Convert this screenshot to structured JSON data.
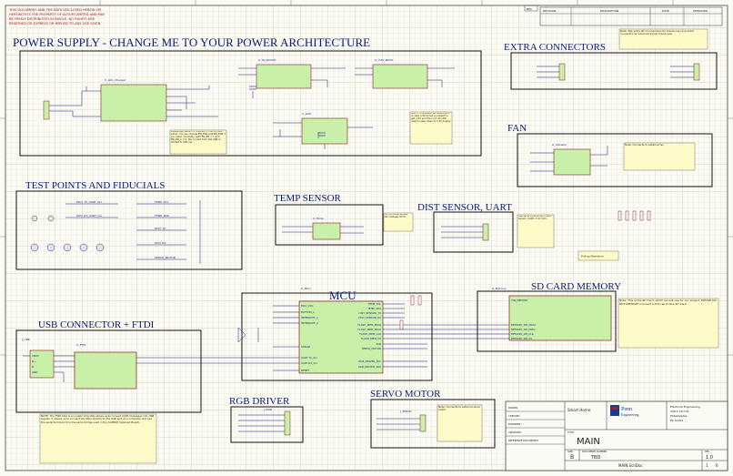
{
  "disclaimer": [
    "THIS DOCUMENT AND THE DATA DISCLOSED HEREIN OR",
    "HEREWITH IS THE PROPERTY OF ALTIUM LIMITED AND MAY",
    "BE FREELY DISTRIBUTED IN SINGLE, NO RIGHTS ARE",
    "RESERVED OR EXPRESS OR IMPLIED TO ANY USE GIVEN"
  ],
  "revision_table": {
    "headers": [
      "REVISION",
      "DESCRIPTION",
      "DATE",
      "APPROVED"
    ],
    "rev_box": "REV"
  },
  "sections": {
    "power": "POWER SUPPLY - CHANGE ME TO YOUR POWER ARCHITECTURE",
    "extra_connectors": "EXTRA CONNECTORS",
    "fan": "FAN",
    "test_points": "TEST POINTS AND FIDUCIALS",
    "temp_sensor": "TEMP SENSOR",
    "dist_sensor": "DIST SENSOR, UART",
    "sd_card": "SD CARD MEMORY",
    "mcu": "MCU",
    "usb": "USB CONNECTOR + FTDI",
    "rgb": "RGB DRIVER",
    "servo": "SERVO MOTOR"
  },
  "components": {
    "charger": "U_LiPo_Charger",
    "boost": "U_4V_BOOST",
    "buck": "U_3.3V_BUCK",
    "ldo": "U_LDO",
    "fan_ctrl": "U_Actuator",
    "temp": "U_Temp",
    "mcu": "U_MCU",
    "sd": "U_Memory",
    "ftdi": "U_FTDI",
    "usb": "J_USB",
    "rgb": "J_RGB",
    "servo": "J_SERVO"
  },
  "mcu_pins_left": [
    "MCU_VCC",
    "BUTTON_1",
    "INTERRUPT_1",
    "INTERRUPT_2",
    "SINGLE",
    "UART TX_CLI",
    "UART RX_CLI",
    "RESET"
  ],
  "mcu_pins_right": [
    "TEMP_SCL",
    "TEMP_SDA",
    "DIST_SENSOR_TX",
    "DIST_SENSOR_RX",
    "FLASH_MEM_MOSI",
    "FLASH_MEM_MISO",
    "FLASH_MEM_CLK",
    "FLASH_MEM_CS",
    "FAN",
    "SERVO_MOTOR",
    "RGB_DRIVER_SCL",
    "RGB_DRIVER_SDA"
  ],
  "sd_pins": [
    "VIN_MEMORY",
    "MEMORY_SPI_MOSI",
    "MEMORY_SPI_MISO",
    "MEMORY_SPI_CLK",
    "MEMORY_SPI_CS"
  ],
  "ftdi_pins": [
    "VBUS",
    "D+",
    "D-",
    "GND"
  ],
  "test_nets": [
    "MCU_TX_UART_CLI",
    "MCU_RX_UART_CLI",
    "TEMP_SCL",
    "TEMP_SDA",
    "DIST_TX",
    "DIST_RX",
    "SERVO_MOTOR"
  ],
  "notes": {
    "charger": "Please see Table 1 of BQ24075 FOR current setup. You can change BQ_EN1 and BQ_EN2 if you want. Currently, with BQ_EN = 1 and BQ_EN_2 = 0, the current from the USB is limited to 500 mA.",
    "power": "NOTE: This power architecture is in case a 5V boost is needed to get a 5V and then a 3.3V LDO used to step down to 3.3V supply.",
    "extra": "Note: Two extra I2C Connections for future use (one extra connector for interrupt signal future use)",
    "fan": "Note: Connects to external fan",
    "temp": "SHTC3 temp sensor. I2C Address 0x70.",
    "dist": "Connects to external 3 lane sensor, UART, 3.3V VCC.",
    "pullup": "Pull-up Resistors",
    "sd": "Note: This is the SD Card, which we will use for our project. PLEASE DO NOT REMOVE! Connect a 3V3 rail to this SD Card.",
    "ftdi": "NOTE: The FTDI Chip is an useful chip that allows us to convert UART messages into USB signals. It allows us to connect the MCU directly to the USB port of a computer and see the serial terminal (it is the same bridge used in the SAMPLE Xplained Board).",
    "servo": "Note: Connects to external servo motor"
  },
  "title_block": {
    "org_lines": [
      "Electrical Engineering",
      "200 S 33rd St",
      "Philadelphia",
      "PA 19104"
    ],
    "logo_text": [
      "Penn",
      "Engineering"
    ],
    "title_label": "TITLE",
    "title": "MAIN",
    "project": "Smart Home",
    "size_label": "SIZE",
    "size": "B",
    "doc_label": "DOCUMENT NUMBER",
    "doc": "TBD",
    "rev_label": "REV",
    "rev": "1.0",
    "file": "MAIN.SchDoc",
    "sheet": "1",
    "of": "6",
    "row_labels": [
      "DRAWN",
      "CHECKED",
      "ENGINEER",
      "APPROVED",
      "REFERENCE DOCUMENTS"
    ]
  }
}
